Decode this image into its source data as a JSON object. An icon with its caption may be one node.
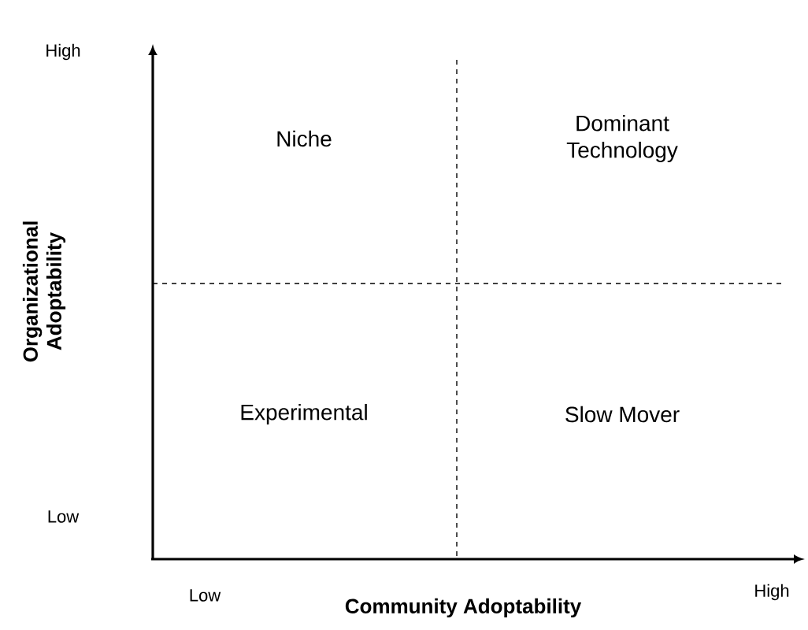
{
  "diagram": {
    "labels": [
      "High",
      "Niche",
      "Dominant Technology",
      "Organizational Adoptability",
      "Experimental",
      "Slow Mover",
      "Low",
      "Low",
      "Community Adoptability",
      "High"
    ]
  }
}
